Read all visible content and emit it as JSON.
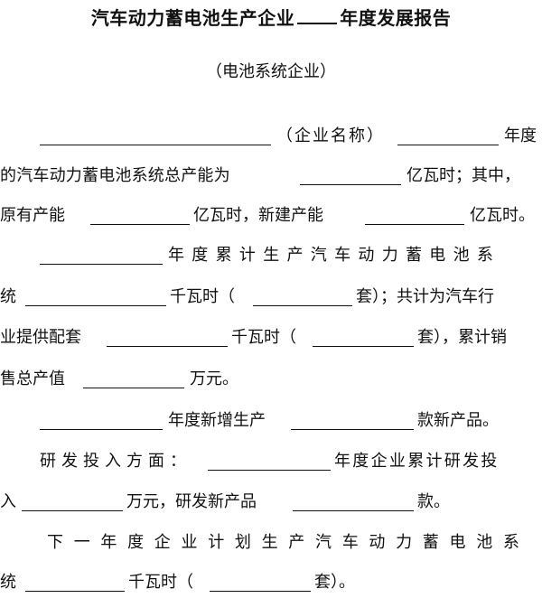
{
  "doc": {
    "title_pre": "汽车动力蓄电池生产企业",
    "title_post": "年度发展报告",
    "subtitle": "（电池系统企业）",
    "p1": {
      "company_label": "（企业名称）",
      "year_suffix": "年度",
      "l2_a": "的汽车动力蓄电池系统总产能为",
      "l2_b": "亿瓦时；其中，",
      "l3_a": "原有产能",
      "l3_b": "亿瓦时，新建产能",
      "l3_c": "亿瓦时。"
    },
    "p2": {
      "l1": "年度累计生产汽车动力蓄电池系",
      "l2_a": "统",
      "l2_b": "千瓦时（",
      "l2_c": "套）；共计为汽车行",
      "l3_a": "业提供配套",
      "l3_b": "千瓦时（",
      "l3_c": "套），累计销",
      "l4_a": "售总产值",
      "l4_b": "万元。"
    },
    "p3": {
      "a": "年度新增生产",
      "b": "款新产品。"
    },
    "p4": {
      "a": "研发投入方面：",
      "b": "年度企业累计研发投",
      "l2_a": "入",
      "l2_b": "万元，研发新产品",
      "l2_c": "款。"
    },
    "p5": {
      "l1": "下一年度企业计划生产汽车动力蓄电池系",
      "l2_a": "统",
      "l2_b": "千瓦时（",
      "l2_c": "套）。"
    }
  }
}
